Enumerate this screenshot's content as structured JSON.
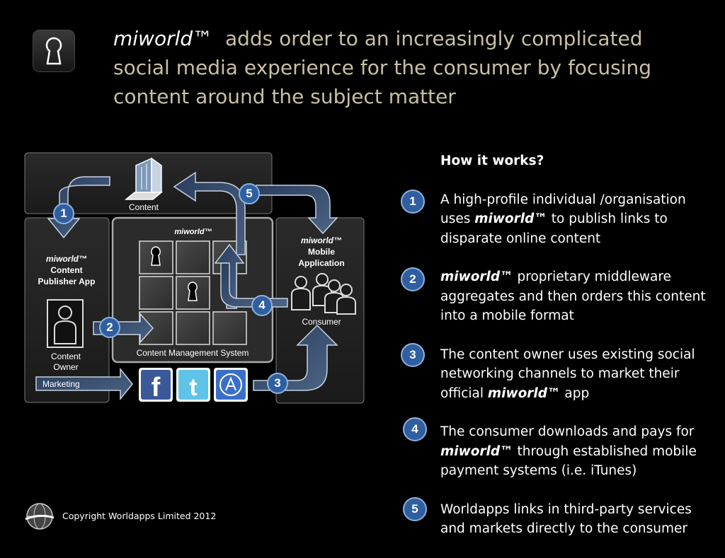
{
  "title": {
    "brand": "miworld™",
    "rest": "adds order to an increasingly complicated social media experience for the consumer by focusing content around the subject matter"
  },
  "diagram": {
    "content_label": "Content",
    "publisher_brand": "miworld™",
    "publisher_line1": "Content",
    "publisher_line2": "Publisher App",
    "cms_brand": "miworld™",
    "cms_label": "Content Management System",
    "mobile_brand": "miworld™",
    "mobile_line1": "Mobile",
    "mobile_line2": "Application",
    "consumer_label": "Consumer",
    "owner_line1": "Content",
    "owner_line2": "Owner",
    "marketing_label": "Marketing",
    "badges": [
      "1",
      "2",
      "3",
      "4",
      "5"
    ]
  },
  "how": {
    "heading": "How it works?",
    "steps": [
      {
        "num": "1",
        "pre": "A high-profile individual /organisation uses ",
        "brand": "miworld™",
        "post": " to publish links to disparate online content"
      },
      {
        "num": "2",
        "pre": "",
        "brand": "miworld™",
        "post": " proprietary middleware aggregates and then orders this content into a mobile format"
      },
      {
        "num": "3",
        "pre": "The content owner uses existing social networking channels to market their official ",
        "brand": "miworld™",
        "post": " app"
      },
      {
        "num": "4",
        "pre": "The consumer downloads and pays for ",
        "brand": "miworld™",
        "post": " through established mobile payment systems (i.e. iTunes)"
      },
      {
        "num": "5",
        "pre": "Worldapps links in third-party services and markets directly to the consumer",
        "brand": "",
        "post": ""
      }
    ]
  },
  "footer": {
    "copyright": "Copyright Worldapps Limited 2012"
  },
  "colors": {
    "background": "#000000",
    "title_text": "#c9c0a2",
    "badge_fill": "#2f5fa0",
    "badge_ring": "#8fb2dc",
    "arrow_fill": "#3b4f6b"
  },
  "icons": [
    "keyhole-icon",
    "building-icon",
    "person-icon",
    "group-icon",
    "facebook-icon",
    "twitter-icon",
    "app-store-icon",
    "worldapps-globe-icon"
  ]
}
